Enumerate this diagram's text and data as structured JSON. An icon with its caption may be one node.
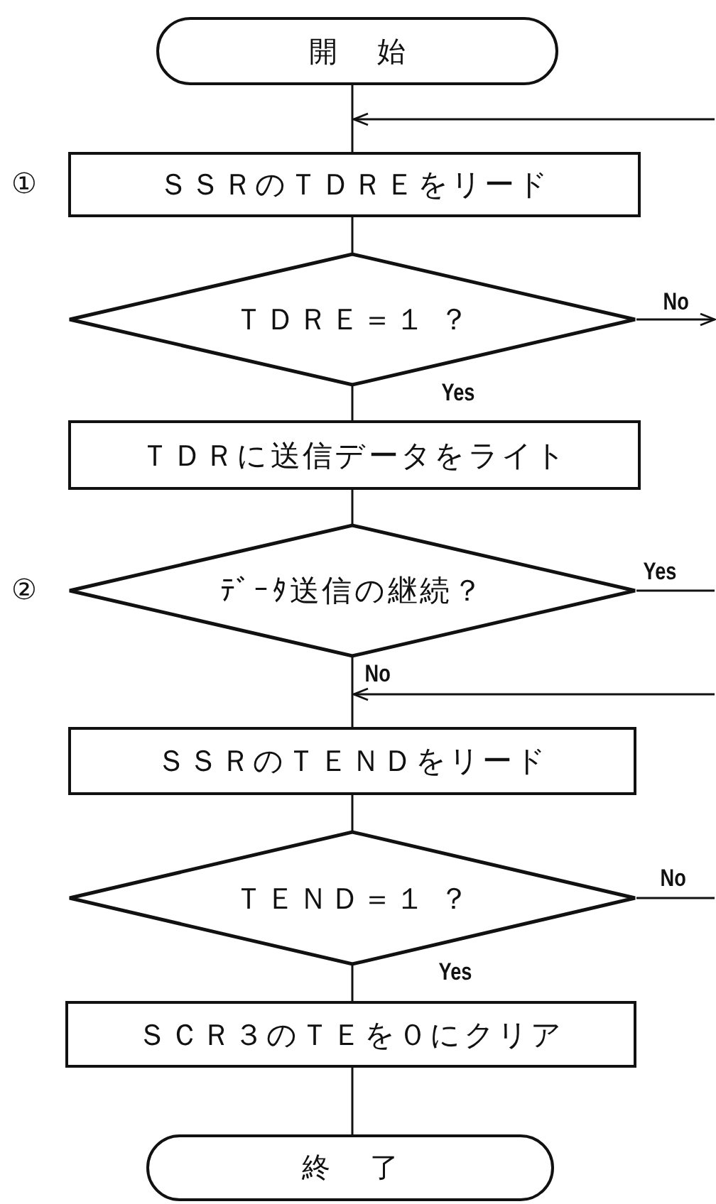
{
  "diagram": {
    "nodes": [
      {
        "text": [
          "開始"
        ]
      },
      {
        "text": [
          "ＳＳＲのＴＤＲＥをリード"
        ],
        "beside": [
          "①"
        ]
      },
      {
        "text": [
          "ＴＤＲＥ＝１ ？"
        ]
      },
      {
        "text": [
          "ＴＤＲに送信データをライト"
        ]
      },
      {
        "text": [
          "ﾃﾞｰﾀ送信の継続？"
        ],
        "beside": [
          "②"
        ]
      },
      {
        "text": [
          "ＳＳＲのＴＥＮＤをリード"
        ]
      },
      {
        "text": [
          "ＴＥＮＤ＝１ ？"
        ]
      },
      {
        "text": [
          "ＳＣＲ３のＴＥを０にクリア"
        ]
      },
      {
        "text": [
          "終了"
        ]
      }
    ],
    "edges": [
      {
        "from": 0,
        "to": 1,
        "arrow": "none"
      },
      {
        "from": null,
        "to": 1,
        "arrow": "to"
      },
      {
        "from": 1,
        "to": 2,
        "arrow": "none"
      },
      {
        "from": 2,
        "to": null,
        "arrow": "to",
        "label": "No"
      },
      {
        "from": 2,
        "to": 3,
        "arrow": "none",
        "label": "Yes"
      },
      {
        "from": 3,
        "to": 4,
        "arrow": "none"
      },
      {
        "from": 4,
        "to": null,
        "arrow": "none",
        "label": "Yes"
      },
      {
        "from": 4,
        "to": 5,
        "arrow": "none",
        "label": "No"
      },
      {
        "from": null,
        "to": 5,
        "arrow": "to"
      },
      {
        "from": 5,
        "to": 6,
        "arrow": "none"
      },
      {
        "from": 6,
        "to": null,
        "arrow": "none",
        "label": "No"
      },
      {
        "from": 6,
        "to": 7,
        "arrow": "none",
        "label": "Yes"
      },
      {
        "from": 7,
        "to": 8,
        "arrow": "none"
      }
    ]
  }
}
